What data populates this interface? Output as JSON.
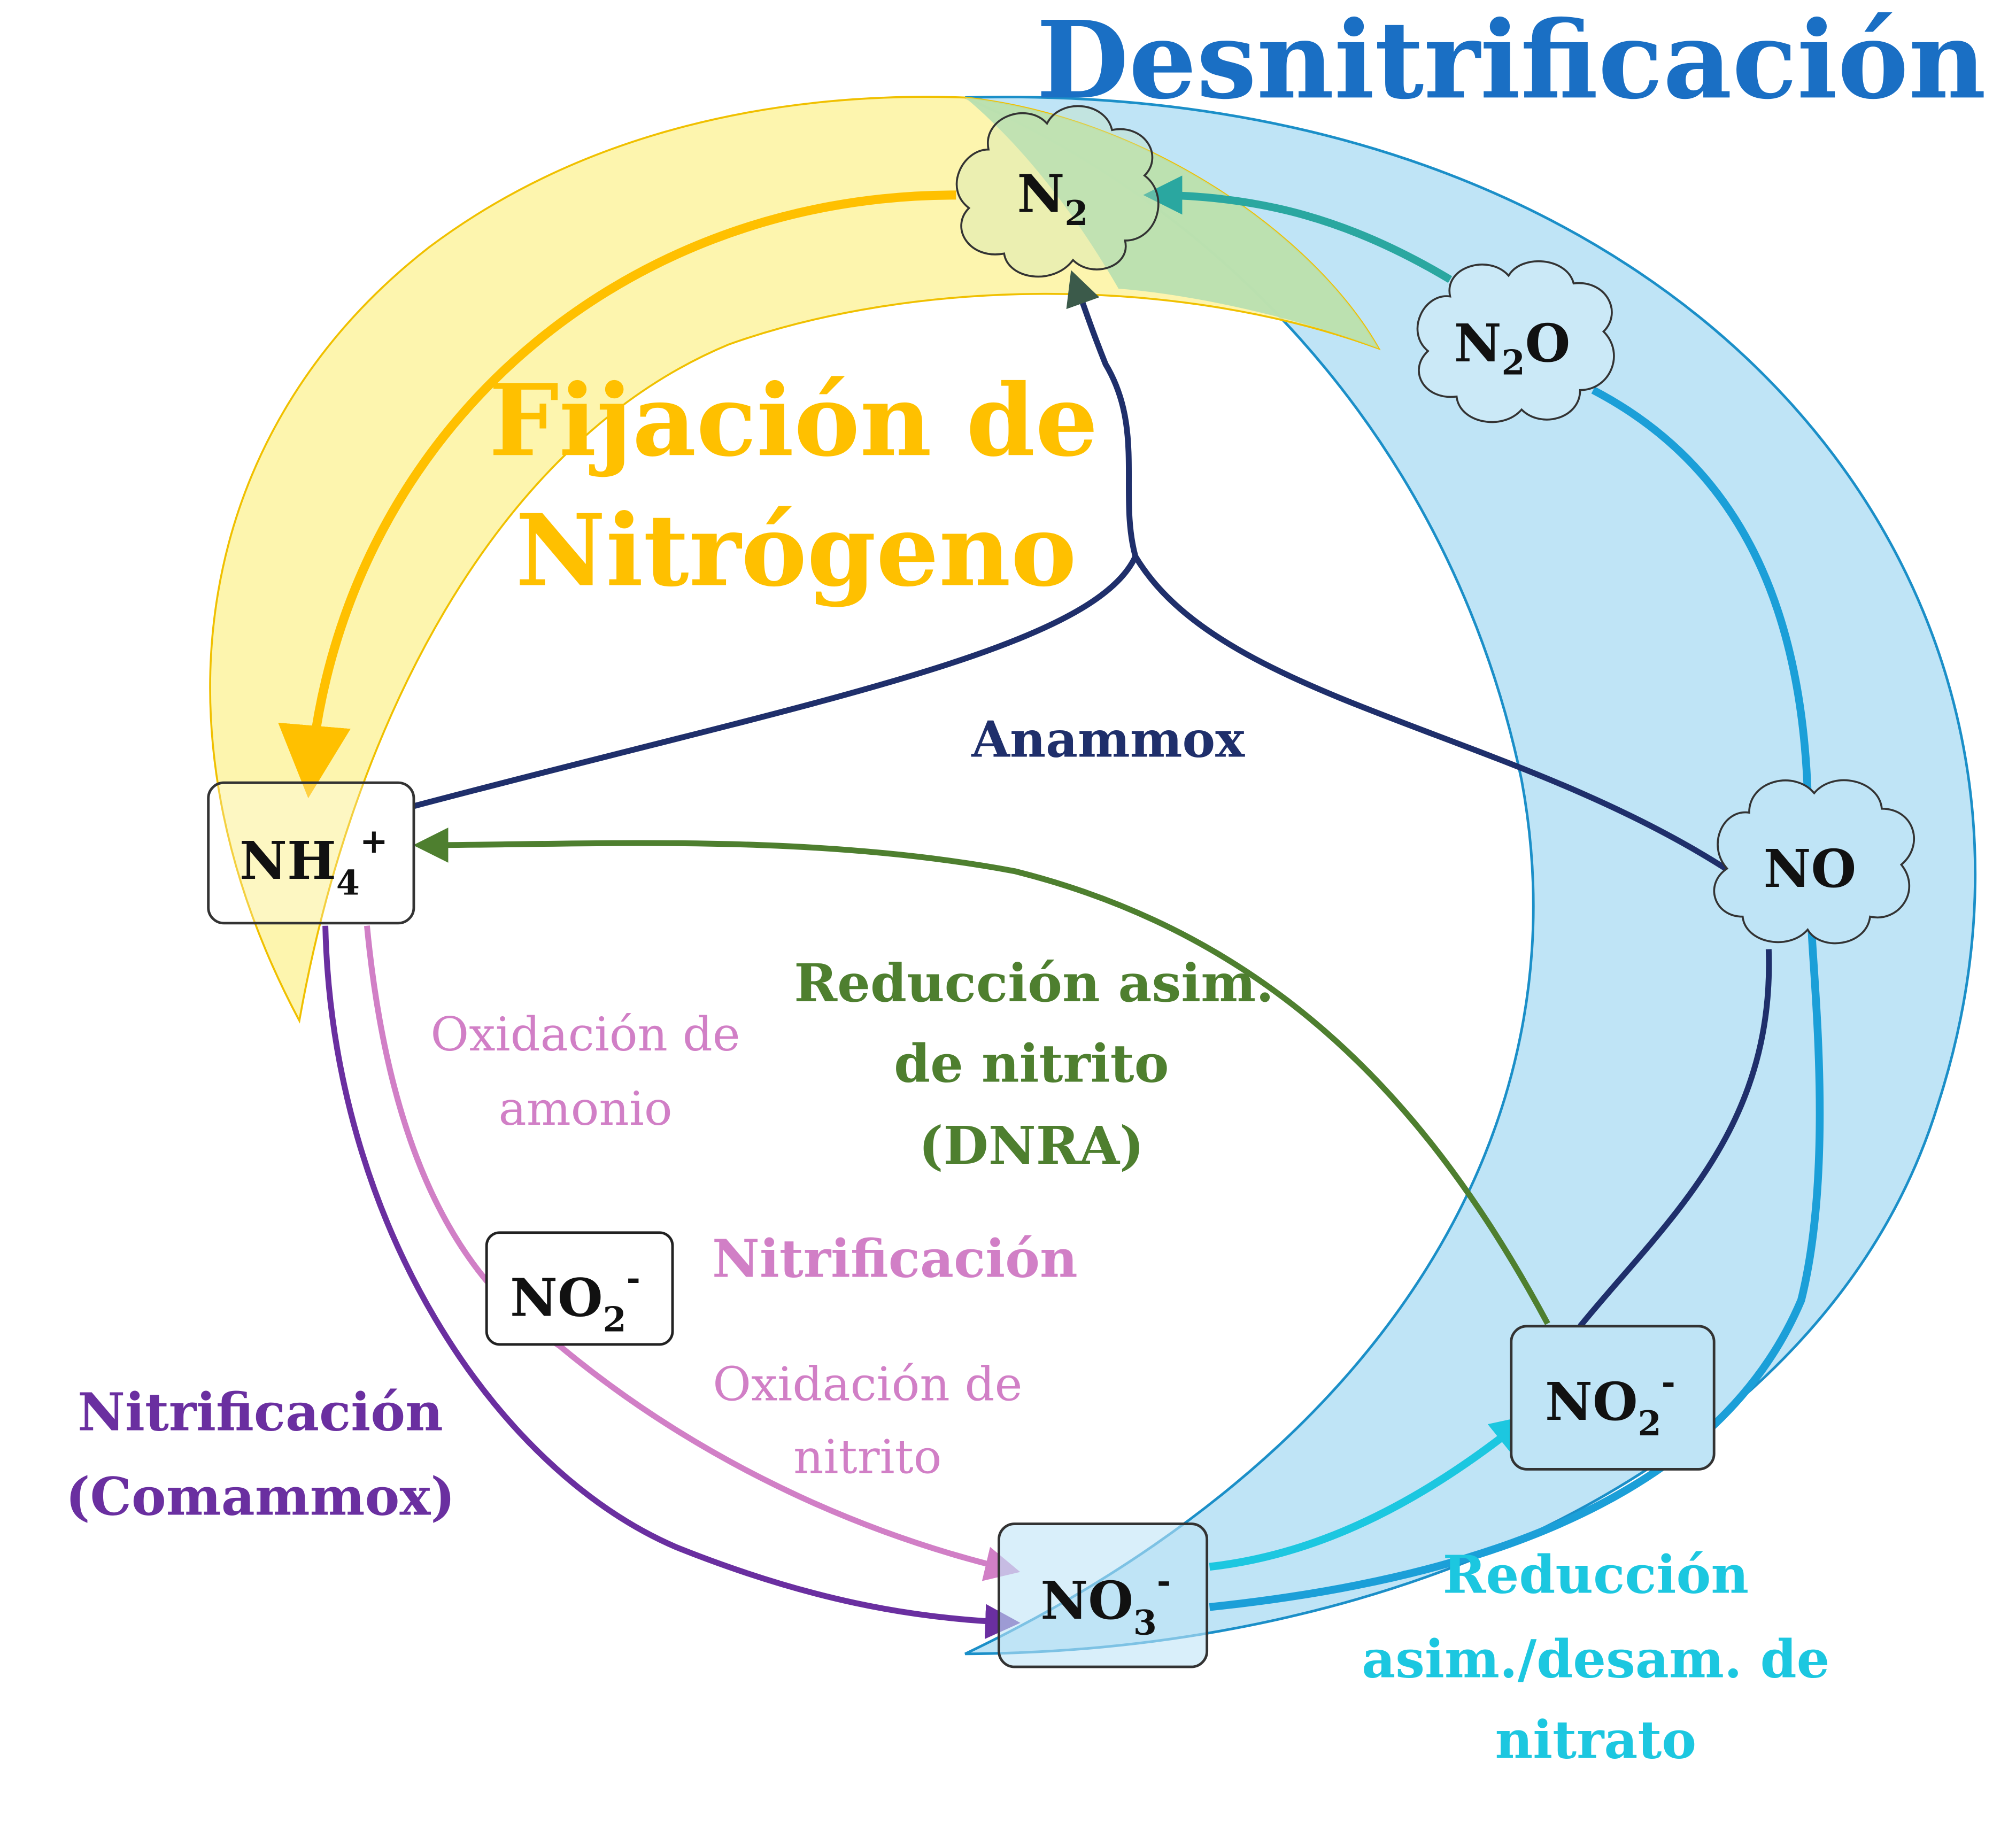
{
  "titles": {
    "denitrification": "Desnitrificación",
    "fixation_line1": "Fijación de",
    "fixation_line2": "Nitrógeno"
  },
  "species": {
    "n2": {
      "base": "N",
      "sub": "2"
    },
    "n2o": {
      "base": "N",
      "sub": "2",
      "tail": "O"
    },
    "no": {
      "base": "NO"
    },
    "nh4": {
      "base": "NH",
      "sub": "4",
      "sup": "+"
    },
    "no2_left": {
      "base": "NO",
      "sub": "2",
      "sup": "-"
    },
    "no2_right": {
      "base": "NO",
      "sub": "2",
      "sup": "-"
    },
    "no3": {
      "base": "NO",
      "sub": "3",
      "sup": "-"
    }
  },
  "processes": {
    "anammox": "Anammox",
    "dnra_line1": "Reducción asim.",
    "dnra_line2": "de nitrito",
    "dnra_line3": "(DNRA)",
    "ammonium_oxidation_line1": "Oxidación de",
    "ammonium_oxidation_line2": "amonio",
    "nitrification": "Nitrificación",
    "nitrite_oxidation_line1": "Oxidación de",
    "nitrite_oxidation_line2": "nitrito",
    "comammox_line1": "Nitrificación",
    "comammox_line2": "(Comammox)",
    "nitrate_reduction_line1": "Reducción",
    "nitrate_reduction_line2": "asim./desam. de",
    "nitrate_reduction_line3": "nitrato"
  },
  "colors": {
    "denitrification_title": "#1a6fc4",
    "denitrification_band": "#bfe4f6",
    "fixation_title": "#ffc000",
    "fixation_band": "#fdf3a0",
    "anammox": "#1f2f6b",
    "dnra": "#4e7f2f",
    "nitrification": "#d17fc6",
    "comammox": "#6a2fa0",
    "nitrate_reduction": "#1cc7e0",
    "denitrification_arrow": "#1b9fd8"
  }
}
